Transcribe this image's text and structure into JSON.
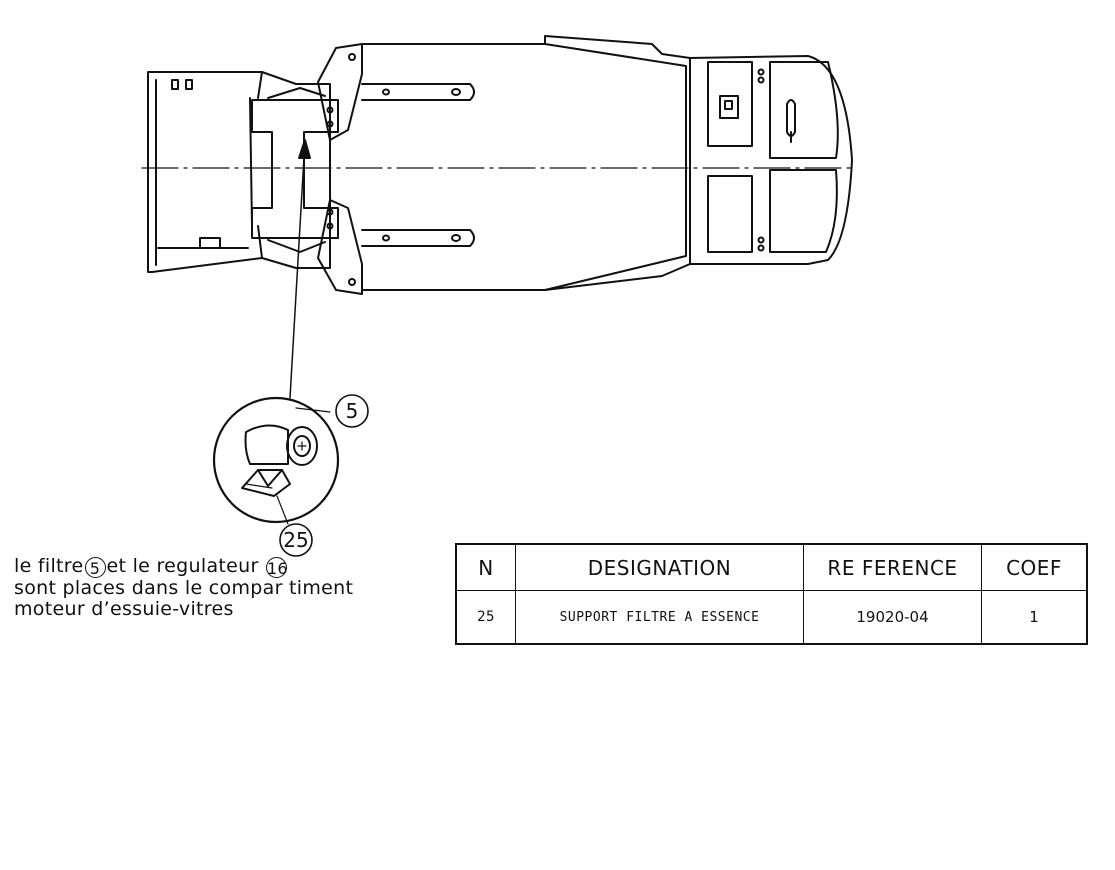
{
  "callouts": {
    "filter": "5",
    "support": "25"
  },
  "note": {
    "line1_a": "le filtre",
    "line1_ref1": "5",
    "line1_b": "et le regulateur",
    "line1_ref2": "16",
    "line2": "sont places dans le compar timent",
    "line3": "moteur d’essuie-vitres"
  },
  "table": {
    "headers": {
      "n": "N",
      "designation": "DESIGNATION",
      "reference": "RE FERENCE",
      "coef": "COEF"
    },
    "rows": [
      {
        "n": "25",
        "designation": "SUPPORT FILTRE A ESSENCE",
        "reference": "19020-04",
        "coef": "1"
      }
    ]
  }
}
